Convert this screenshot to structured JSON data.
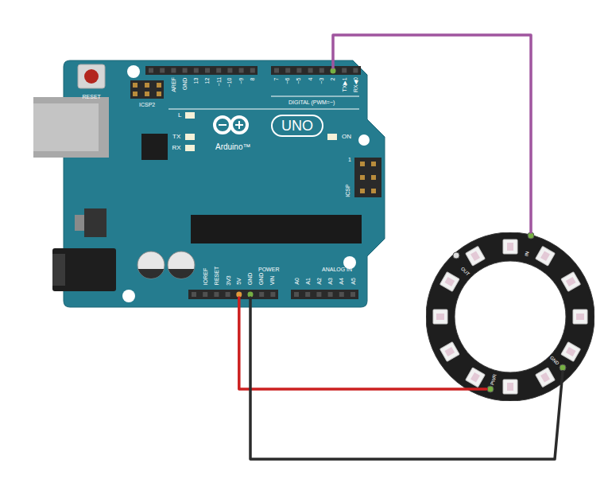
{
  "diagram": {
    "nodes": [
      {
        "text": [
          "UNO",
          "Arduino™"
        ]
      },
      {
        "text": [
          "2"
        ],
        "in": 0
      },
      {
        "text": [
          "5V"
        ],
        "in": 0
      },
      {
        "text": [
          "GND"
        ],
        "in": 0
      },
      {
        "text": [
          "OUT"
        ]
      },
      {
        "text": [
          "IN"
        ],
        "in": 4
      },
      {
        "text": [
          "PWR"
        ],
        "in": 4
      },
      {
        "text": [
          "GND"
        ],
        "in": 4
      }
    ],
    "edges": [
      {
        "from": 1,
        "to": 5,
        "arrow": "none"
      },
      {
        "from": 2,
        "to": 6,
        "arrow": "none"
      },
      {
        "from": 3,
        "to": 7,
        "arrow": "none"
      }
    ],
    "labels": [
      "RESET",
      "ICSP2",
      "AREF",
      "GND",
      "13",
      "12",
      "~11",
      "~10",
      "~9",
      "8",
      "7",
      "~6",
      "~5",
      "4",
      "~3",
      "TX▶1",
      "RX◀0",
      "DIGITAL (PWM=~)",
      "L",
      "TX",
      "RX",
      "ON",
      "1",
      "ICSP",
      "IOREF",
      "RESET",
      "3V3",
      "GND",
      "VIN",
      "POWER",
      "ANALOG IN",
      "A0",
      "A1",
      "A2",
      "A3",
      "A4",
      "A5"
    ]
  }
}
